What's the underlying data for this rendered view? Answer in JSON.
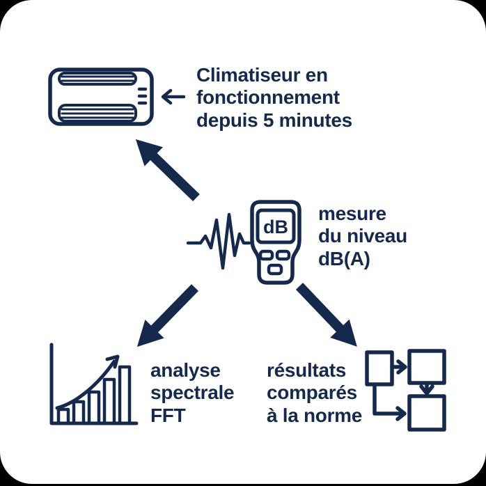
{
  "palette": {
    "ink": "#15294c",
    "card_bg": "#ffffff",
    "frame_bg": "#000000"
  },
  "labels": {
    "air_conditioner": "Climatiseur en\nfonctionnement\ndepuis 5 minutes",
    "measurement": "mesure\ndu niveau\ndB(A)",
    "fft": "analyse\nspectrale\nFFT",
    "comparison": "résultats\ncomparés\nà la norme"
  },
  "meter": {
    "screen_label": "dB"
  },
  "icons": {
    "air_conditioner": "air-conditioner-icon",
    "pointer_left": "arrow-left-icon",
    "sound_wave": "sound-wave-icon",
    "db_meter": "decibel-meter-icon",
    "fft_chart": "bar-chart-growth-icon",
    "flowchart": "flowchart-icon",
    "arrow_to_ac": "arrow-up-left-icon",
    "arrow_to_fft": "arrow-down-left-icon",
    "arrow_to_comparison": "arrow-down-right-icon"
  }
}
